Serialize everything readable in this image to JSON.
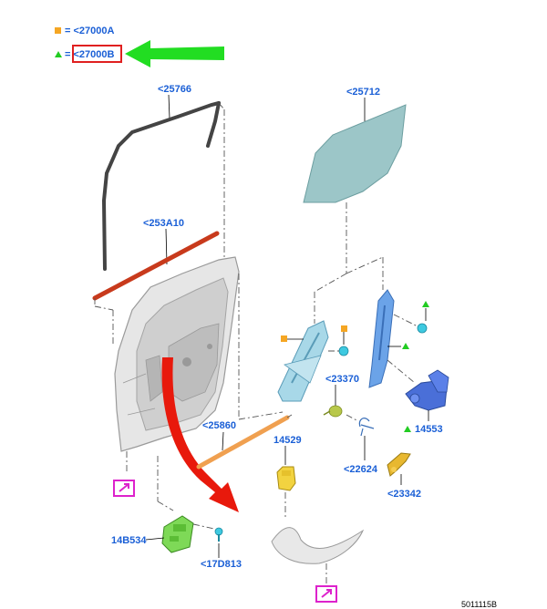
{
  "legend": {
    "square_label": "= <27000A",
    "triangle_label": "= <27000B",
    "square_color": "#f5a623",
    "triangle_color": "#22cc22",
    "highlight_color": "#e02020",
    "arrow_color": "#22dd22"
  },
  "labels": {
    "run_channel": "<25766",
    "glass": "<25712",
    "belt_weatherstrip": "<253A10",
    "regulator_bolts": "<23370",
    "motor": "14553",
    "clip": "<22624",
    "bracket": "<23342",
    "trim_strip": "<25860",
    "connector_part": "14529",
    "module": "14B534",
    "bolt": "<17D813"
  },
  "footer": {
    "reference": "5011115B"
  },
  "colors": {
    "callout_accent": "#dd22cc",
    "red_arrow": "#e8190c"
  }
}
